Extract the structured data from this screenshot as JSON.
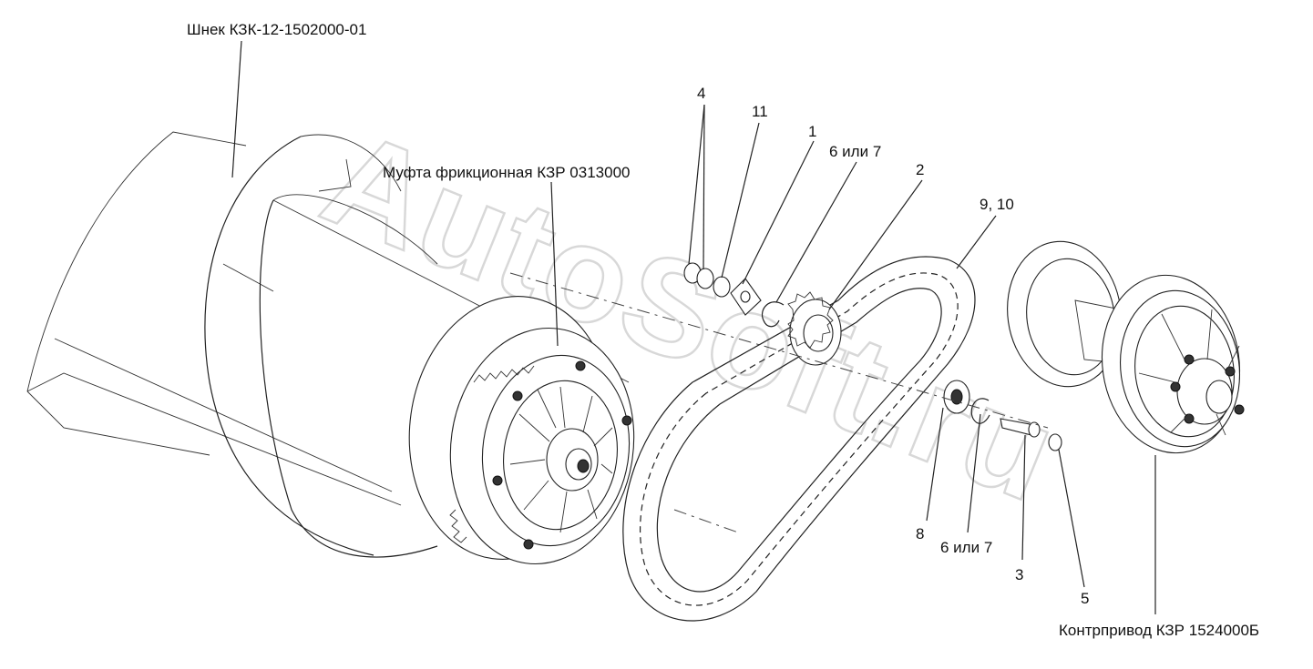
{
  "watermark": "AutoSoft.ru",
  "callouts": {
    "auger": "Шнек КЗК-12-1502000-01",
    "clutch": "Муфта фрикционная КЗР 0313000",
    "counter_drive": "Контрпривод КЗР 1524000Б",
    "n4": "4",
    "n11": "11",
    "n1": "1",
    "n6or7_top": "6 или 7",
    "n2": "2",
    "n9_10": "9, 10",
    "n8": "8",
    "n6or7_bottom": "6 или 7",
    "n3": "3",
    "n5": "5"
  }
}
